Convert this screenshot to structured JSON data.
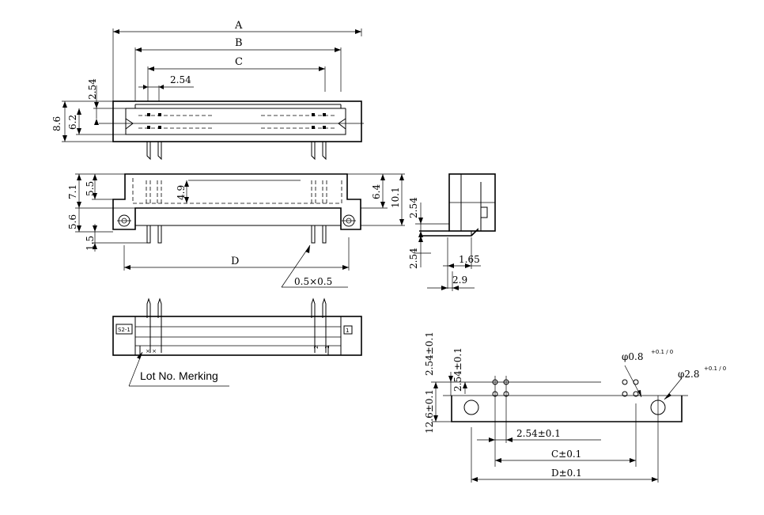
{
  "dimensions": {
    "A": "A",
    "B": "B",
    "C": "C",
    "D": "D",
    "pitch_top": "2.54",
    "pitch_left": "2.54",
    "h_8_6": "8.6",
    "h_6_2": "6.2",
    "h_7_1": "7.1",
    "h_5_5": "5.5",
    "h_4_9": "4.9",
    "h_5_6": "5.6",
    "h_1_5": "1.5",
    "h_6_4": "6.4",
    "h_10_1": "10.1",
    "side_2_54_a": "2.54",
    "side_2_54_b": "2.54",
    "side_1_65": "1.65",
    "side_2_9": "2.9",
    "chamfer": "0.5×0.5"
  },
  "notes": {
    "lot_no": "Lot No. Merking",
    "marking": "S2-1",
    "pin_1": "1",
    "pin_2": "2",
    "x_mark": "× ×"
  },
  "pcb_layout": {
    "d_12_6": "12.6±0.1",
    "d_2_54_a": "2.54±0.1",
    "d_2_54_b": "2.54±0.1",
    "d_2_54_c": "2.54±0.1",
    "d_C": "C±0.1",
    "d_D": "D±0.1",
    "hole_small": "φ0.8",
    "hole_small_tol": "+0.1 / 0",
    "hole_large": "φ2.8",
    "hole_large_tol": "+0.1 / 0"
  }
}
